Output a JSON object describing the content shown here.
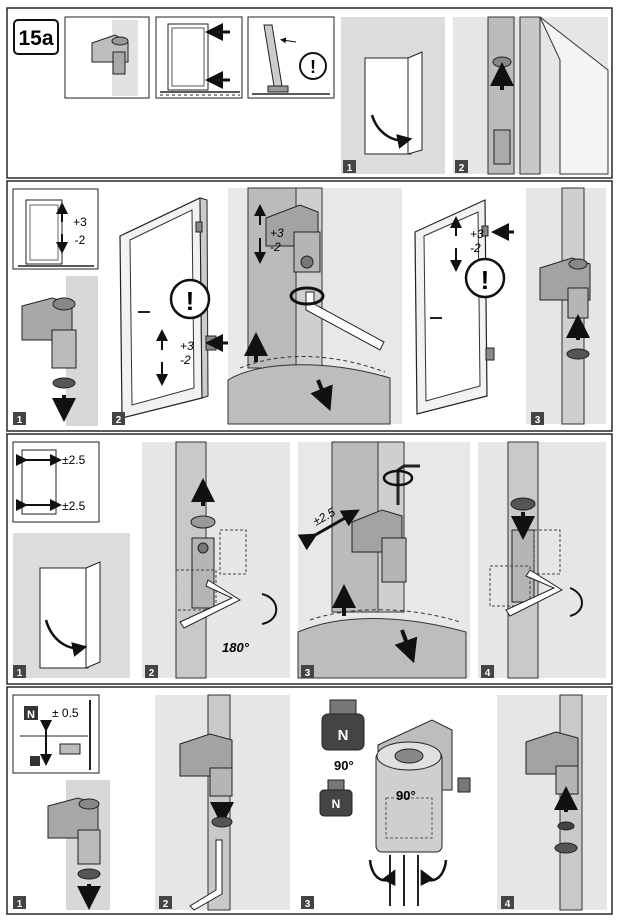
{
  "figure": {
    "id": "15a",
    "bg_gray": "#d6d6d6",
    "dark_gray": "#9a9a9a",
    "stroke": "#1a1a1a"
  },
  "row1": {
    "steps": [
      "1",
      "2"
    ]
  },
  "row2": {
    "inset_plus": "+3",
    "inset_minus": "-2",
    "door_plus": "+3",
    "door_minus": "-2",
    "hinge_plus": "+3",
    "hinge_minus": "-2",
    "door2_plus": "+3",
    "door2_minus": "-2",
    "warning": "!",
    "steps": [
      "1",
      "2",
      "3"
    ]
  },
  "row3": {
    "top_value": "±2.5",
    "bottom_value": "±2.5",
    "diag_value": "±2.5",
    "rotation": "180°",
    "steps": [
      "1",
      "2",
      "3",
      "4"
    ]
  },
  "row4": {
    "inset_value": "± 0.5",
    "inset_letter": "N",
    "angle_left": "90°",
    "angle_right": "90°",
    "letter_big": "N",
    "letter_mid": "N",
    "steps": [
      "1",
      "2",
      "3",
      "4"
    ]
  },
  "warning_symbol": "!"
}
